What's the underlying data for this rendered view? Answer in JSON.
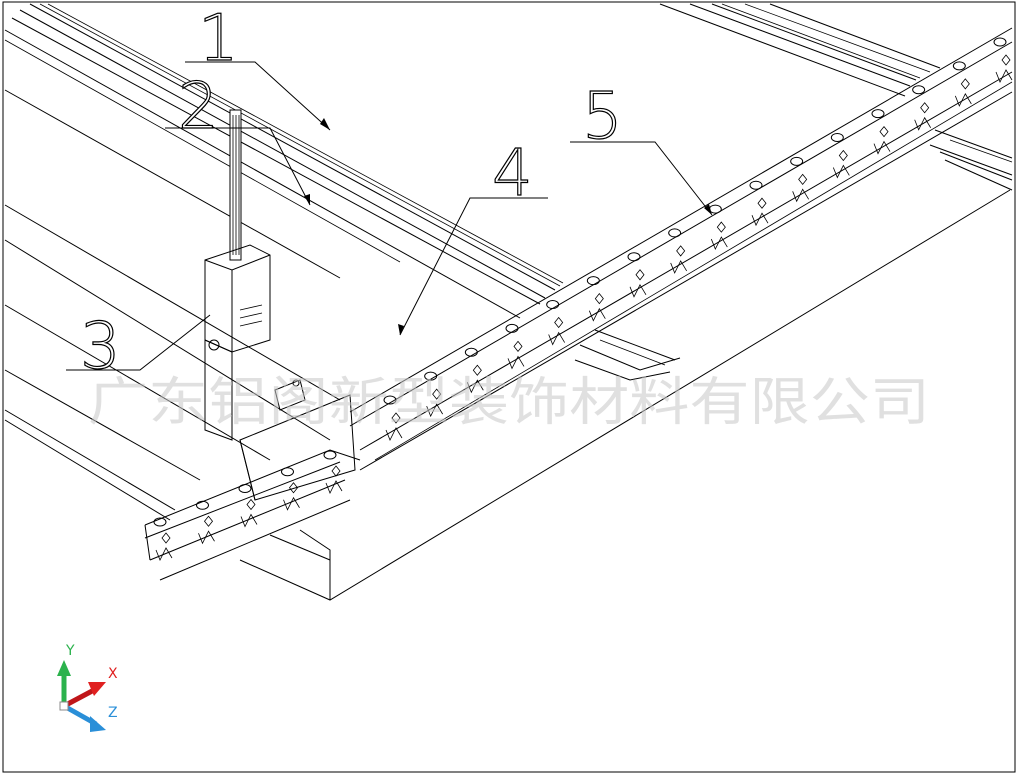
{
  "callouts": [
    "1",
    "2",
    "3",
    "4",
    "5"
  ],
  "watermark": "广东铝阁新型装饰材料有限公司",
  "ucs_icon": {
    "axes": [
      {
        "label": "Y",
        "color": "#2bb24c"
      },
      {
        "label": "X",
        "color": "#e02020"
      },
      {
        "label": "Z",
        "color": "#2a8fd8"
      }
    ]
  }
}
